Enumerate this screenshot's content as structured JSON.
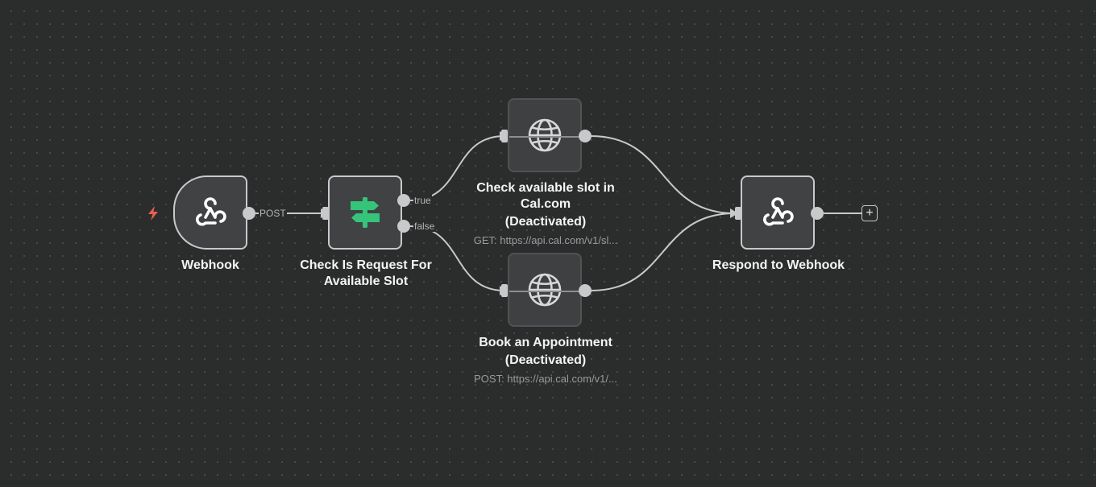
{
  "nodes": {
    "webhook": {
      "label": "Webhook",
      "icon": "webhook-icon"
    },
    "check_request": {
      "label_line1": "Check Is Request For",
      "label_line2": "Available Slot",
      "icon": "signpost-icon"
    },
    "check_slot": {
      "label_line1": "Check available slot in",
      "label_line2": "Cal.com",
      "status": "(Deactivated)",
      "subtitle": "GET: https://api.cal.com/v1/sl...",
      "icon": "globe-icon"
    },
    "book_appointment": {
      "label": "Book an Appointment",
      "status": "(Deactivated)",
      "subtitle": "POST: https://api.cal.com/v1/...",
      "icon": "globe-icon"
    },
    "respond": {
      "label": "Respond to Webhook",
      "icon": "webhook-icon"
    }
  },
  "edges": {
    "webhook_out": "POST",
    "true_branch": "true",
    "false_branch": "false"
  },
  "add_button": "+",
  "colors": {
    "canvas": "#2b2c2c",
    "node_fill": "#414244",
    "node_border": "#c9c9cc",
    "if_icon": "#35c47a",
    "trigger_bolt": "#e8604f"
  }
}
